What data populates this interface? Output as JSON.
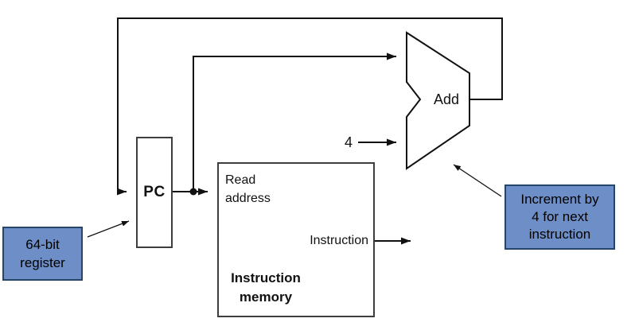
{
  "pc": {
    "label": "PC"
  },
  "memory": {
    "read_port_line1": "Read",
    "read_port_line2": "address",
    "output_port": "Instruction",
    "title_line1": "Instruction",
    "title_line2": "memory"
  },
  "adder": {
    "label": "Add"
  },
  "constant": {
    "label": "4"
  },
  "callout_register": {
    "line1": "64-bit",
    "line2": "register"
  },
  "callout_increment": {
    "line1": "Increment by",
    "line2": "4 for next",
    "line3": "instruction"
  },
  "colors": {
    "background": "#FFFFFF",
    "line_color": "#111111",
    "component_border": "#3D3D3D",
    "component_fill": "#FFFFFF",
    "callout_fill": "#6D8EC6",
    "callout_border": "#26456B",
    "text_color": "#111111"
  }
}
